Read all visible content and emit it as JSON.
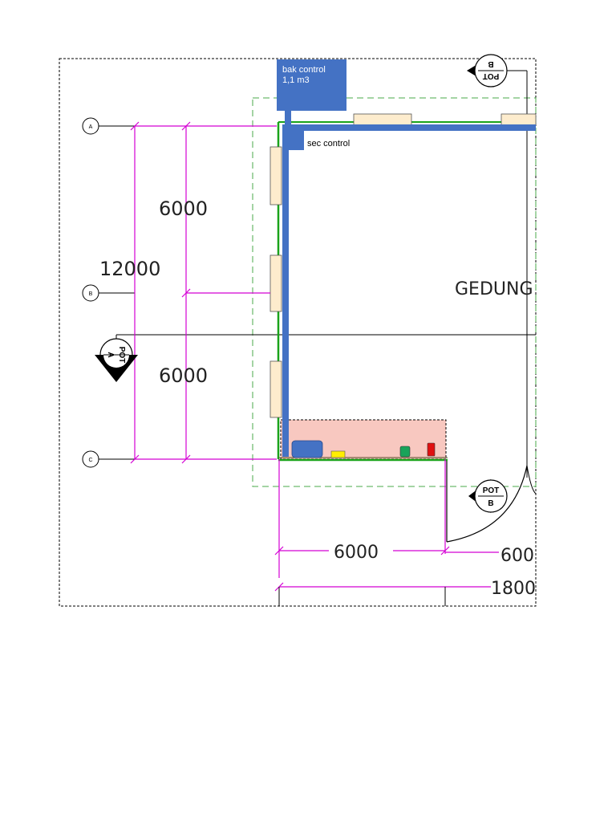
{
  "tank": {
    "label_line1": "bak control",
    "label_line2": "1,1 m3",
    "color": "#4472c4"
  },
  "septic": {
    "label": "sec control",
    "color": "#4472c4"
  },
  "building": {
    "label": "GEDUNG"
  },
  "grid_axes": {
    "a": "A",
    "b": "B",
    "c": "C"
  },
  "dimensions": {
    "total_vertical": "12000",
    "upper_span": "6000",
    "lower_span": "6000",
    "bottom_span": "6000",
    "bottom_right_partial": "600",
    "overall_partial": "1800"
  },
  "section_markers": {
    "pot_a": {
      "title": "POT",
      "letter": "A"
    },
    "pot_b_top": {
      "title": "POT",
      "letter": "B"
    },
    "pot_b_bottom": {
      "title": "POT",
      "letter": "B"
    }
  },
  "colors": {
    "dimension": "#d400d4",
    "pipe": "#4472c4",
    "green_line": "#1aa31a",
    "window": "#fdeccd",
    "room_fill": "#f8c8c0"
  }
}
